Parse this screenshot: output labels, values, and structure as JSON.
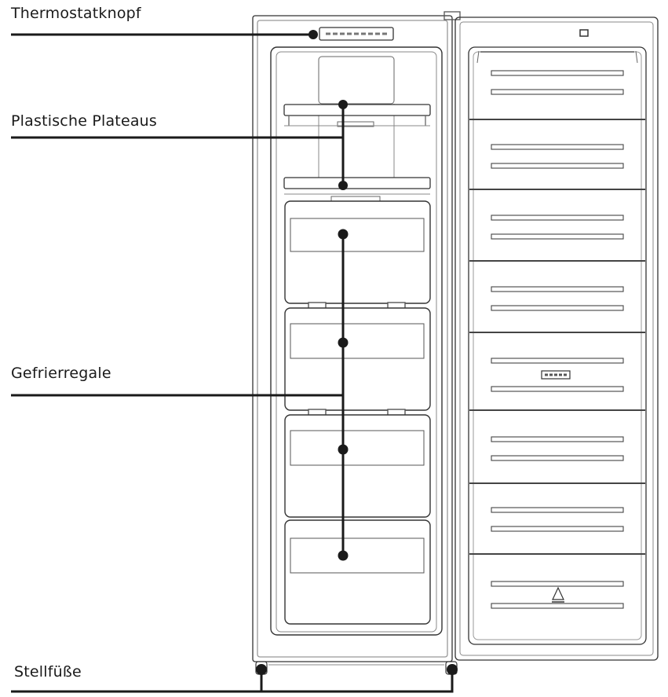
{
  "labels": {
    "thermostat": "Thermostatknopf",
    "plateaus": "Plastische Plateaus",
    "shelves": "Gefrierregale",
    "feet": "Stellfüße"
  },
  "colors": {
    "ink": "#1a1a1a",
    "outline": "#333333",
    "light_outline": "#777777"
  }
}
